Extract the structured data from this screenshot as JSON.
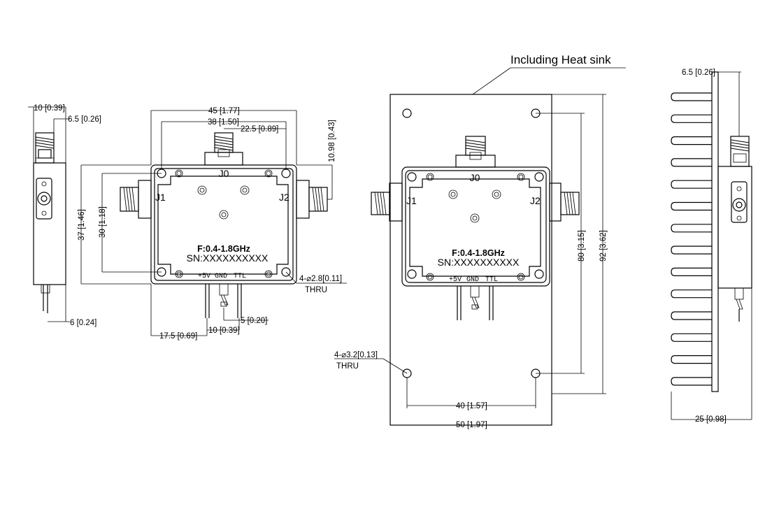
{
  "heatsink_note": "Including Heat sink",
  "ports": {
    "j0": "J0",
    "j1": "J1",
    "j2": "J2"
  },
  "pins": {
    "v5": "+5V",
    "gnd": "GND",
    "ttl": "TTL"
  },
  "module": {
    "freq": "F:0.4-1.8GHz",
    "sn": "SN:XXXXXXXXXX"
  },
  "holes_small": {
    "size": "4-⌀2.8[0.11]",
    "thru": "THRU"
  },
  "holes_large": {
    "size": "4-⌀3.2[0.13]",
    "thru": "THRU"
  },
  "dims": {
    "side_10": "10 [0.39]",
    "side_65": "6.5 [0.26]",
    "side_6": "6 [0.24]",
    "w45": "45 [1.77]",
    "w38": "38 [1.50]",
    "w225": "22.5 [0.89]",
    "h1098": "10.98 [0.43]",
    "h37": "37 [1.46]",
    "h30": "30 [1.18]",
    "w175": "17.5 [0.69]",
    "w10": "10 [0.39]",
    "w5": "5 [0.20]",
    "h80": "80 [3.15]",
    "h92": "92 [3.62]",
    "w40": "40 [1.57]",
    "w50": "50 [1.97]",
    "hs_65": "6.5 [0.26]",
    "hs_25": "25 [0.98]"
  }
}
